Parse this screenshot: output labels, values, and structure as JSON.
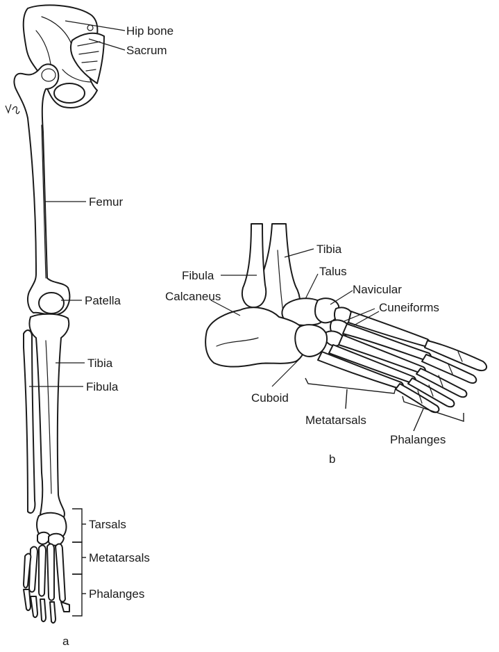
{
  "panel_a": {
    "caption": "a",
    "labels": {
      "hip_bone": "Hip bone",
      "sacrum": "Sacrum",
      "femur": "Femur",
      "patella": "Patella",
      "tibia": "Tibia",
      "fibula": "Fibula",
      "tarsals": "Tarsals",
      "metatarsals": "Metatarsals",
      "phalanges": "Phalanges"
    }
  },
  "panel_b": {
    "caption": "b",
    "labels": {
      "tibia": "Tibia",
      "fibula": "Fibula",
      "talus": "Talus",
      "calcaneus": "Calcaneus",
      "navicular": "Navicular",
      "cuneiforms": "Cuneiforms",
      "cuboid": "Cuboid",
      "metatarsals": "Metatarsals",
      "phalanges": "Phalanges"
    }
  }
}
